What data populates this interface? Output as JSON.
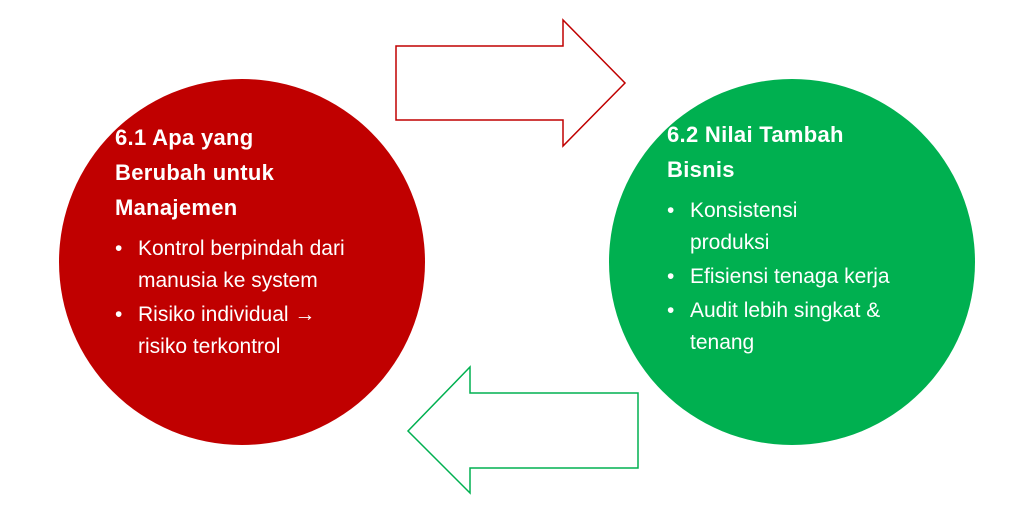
{
  "left_circle": {
    "color": "#c00000",
    "title": "6.1 Apa yang Berubah untuk Manajemen",
    "bullets": [
      "Kontrol berpindah dari manusia ke system",
      "Risiko individual → risiko terkontrol"
    ]
  },
  "right_circle": {
    "color": "#00b050",
    "title": "6.2 Nilai Tambah Bisnis",
    "bullets": [
      "Konsistensi produksi",
      "Efisiensi tenaga kerja",
      "Audit lebih singkat & tenang"
    ]
  },
  "arrows": {
    "forward_color": "#c00000",
    "back_color": "#00b050"
  }
}
